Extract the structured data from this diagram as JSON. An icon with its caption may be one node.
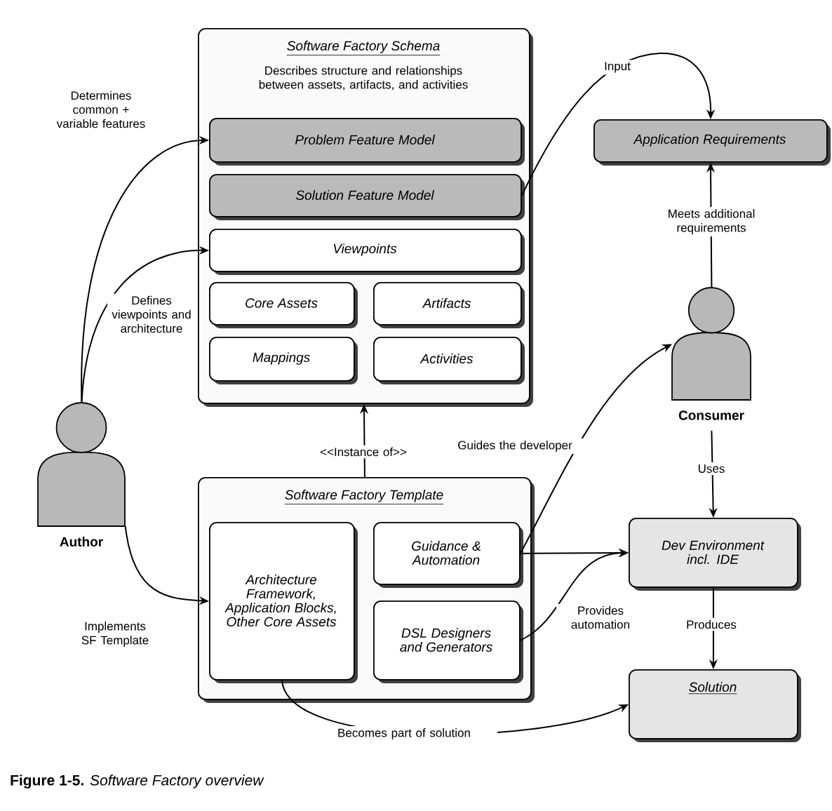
{
  "diagram": {
    "caption": "**Figure 1-5.** *Software Factory overview*",
    "nodes": [
      {
        "text": [
          "Software Factory Schema",
          "Describes structure and relationships between assets, artifacts, and activities"
        ]
      },
      {
        "text": [
          "Problem Feature Model"
        ],
        "in": 0
      },
      {
        "text": [
          "Solution Feature Model"
        ],
        "in": 0
      },
      {
        "text": [
          "Viewpoints"
        ],
        "in": 0
      },
      {
        "text": [
          "Core Assets"
        ],
        "in": 0
      },
      {
        "text": [
          "Artifacts"
        ],
        "in": 0
      },
      {
        "text": [
          "Mappings"
        ],
        "in": 0
      },
      {
        "text": [
          "Activities"
        ],
        "in": 0
      },
      {
        "text": [
          "Application Requirements"
        ]
      },
      {
        "text": [],
        "shape": "person",
        "beside": [
          "Consumer"
        ]
      },
      {
        "text": [],
        "shape": "person",
        "beside": [
          "Author"
        ]
      },
      {
        "text": [
          "Software Factory Template"
        ]
      },
      {
        "text": [
          "Architecture Framework, Application Blocks, Other Core Assets"
        ],
        "in": 11
      },
      {
        "text": [
          "Guidance & Automation"
        ],
        "in": 11
      },
      {
        "text": [
          "DSL Designers and Generators"
        ],
        "in": 11
      },
      {
        "text": [
          "Dev Environment incl. IDE"
        ]
      },
      {
        "text": [
          "Solution"
        ]
      }
    ],
    "edges": [
      {
        "from": 10,
        "to": 1,
        "arrow": "to",
        "label": "Determines common + variable features"
      },
      {
        "from": 10,
        "to": 3,
        "arrow": "to",
        "label": "Defines viewpoints and architecture"
      },
      {
        "from": 11,
        "to": 0,
        "arrow": "to",
        "label": "<<Instance of>>"
      },
      {
        "from": 10,
        "to": 12,
        "arrow": "to",
        "label": "Implements SF Template"
      },
      {
        "from": 2,
        "to": 8,
        "arrow": "to",
        "label": "Input"
      },
      {
        "from": 9,
        "to": 8,
        "arrow": "to",
        "label": "Meets additional requirements"
      },
      {
        "from": 9,
        "to": 15,
        "arrow": "to",
        "label": "Uses"
      },
      {
        "from": 13,
        "to": 9,
        "arrow": "to",
        "label": "Guides the developer"
      },
      {
        "from": 13,
        "to": 15,
        "arrow": "to"
      },
      {
        "from": 14,
        "to": 15,
        "arrow": "to",
        "label": "Provides automation"
      },
      {
        "from": 15,
        "to": 16,
        "arrow": "to",
        "label": "Produces"
      },
      {
        "from": 12,
        "to": 16,
        "arrow": "to",
        "label": "Becomes part of solution"
      }
    ]
  }
}
